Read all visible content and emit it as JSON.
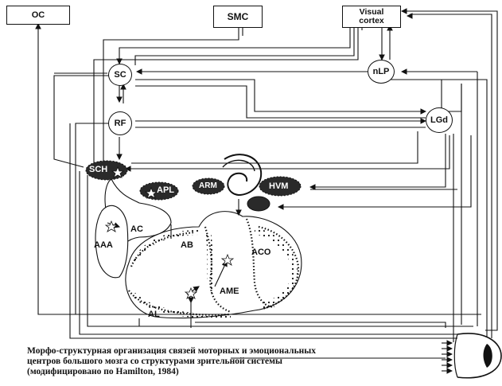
{
  "diagram": {
    "nodes": {
      "oc": "OC",
      "smc": "SMC",
      "visual_cortex_line1": "Visual",
      "visual_cortex_line2": "cortex",
      "nlp": "nLP",
      "sc": "SC",
      "rf": "RF",
      "lgd": "LGd",
      "sch": "SCH",
      "apl": "APL",
      "arm": "ARM",
      "hvm": "HVM",
      "ac": "AC",
      "aaa": "AAA",
      "ab": "AB",
      "aco": "ACO",
      "ame": "AME",
      "al": "AL"
    },
    "caption": [
      "Морфо-структурная организация связей моторных и эмоциональных",
      "центров большого мозга со структурами зрительной системы",
      "(модифицировано по Hamilton, 1984)"
    ]
  }
}
